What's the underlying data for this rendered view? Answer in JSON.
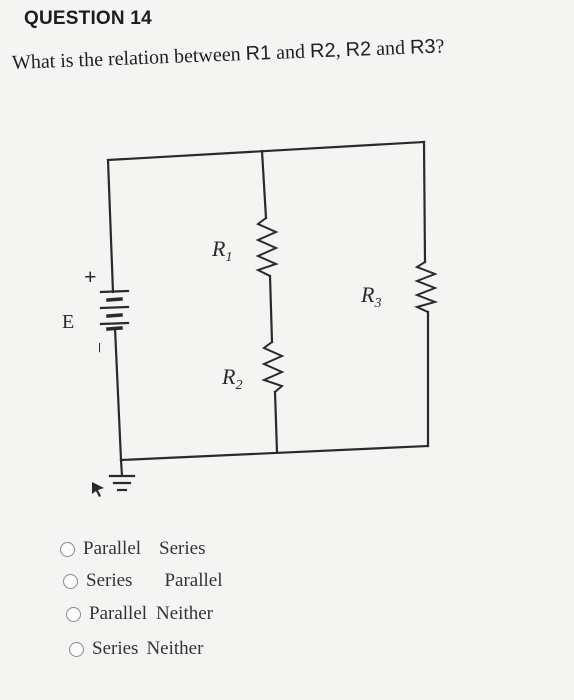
{
  "question": {
    "header": "QUESTION 14",
    "text_prefix": "What is the relation between ",
    "r1": "R1",
    "text_and": " and ",
    "r2": "R2",
    "text_comma": ", ",
    "r2b": "R2",
    "text_and2": " and ",
    "r3": "R3",
    "text_q": "?"
  },
  "circuit": {
    "labels": {
      "source": "E",
      "plus": "+",
      "minus": "−",
      "r1": "R",
      "r1_sub": "1",
      "r2": "R",
      "r2_sub": "2",
      "r3": "R",
      "r3_sub": "3"
    }
  },
  "options": [
    {
      "a": "Parallel",
      "b": "Series"
    },
    {
      "a": "Series",
      "b": "Parallel"
    },
    {
      "a": "Parallel",
      "b": "Neither"
    },
    {
      "a": "Series",
      "b": "Neither"
    }
  ]
}
